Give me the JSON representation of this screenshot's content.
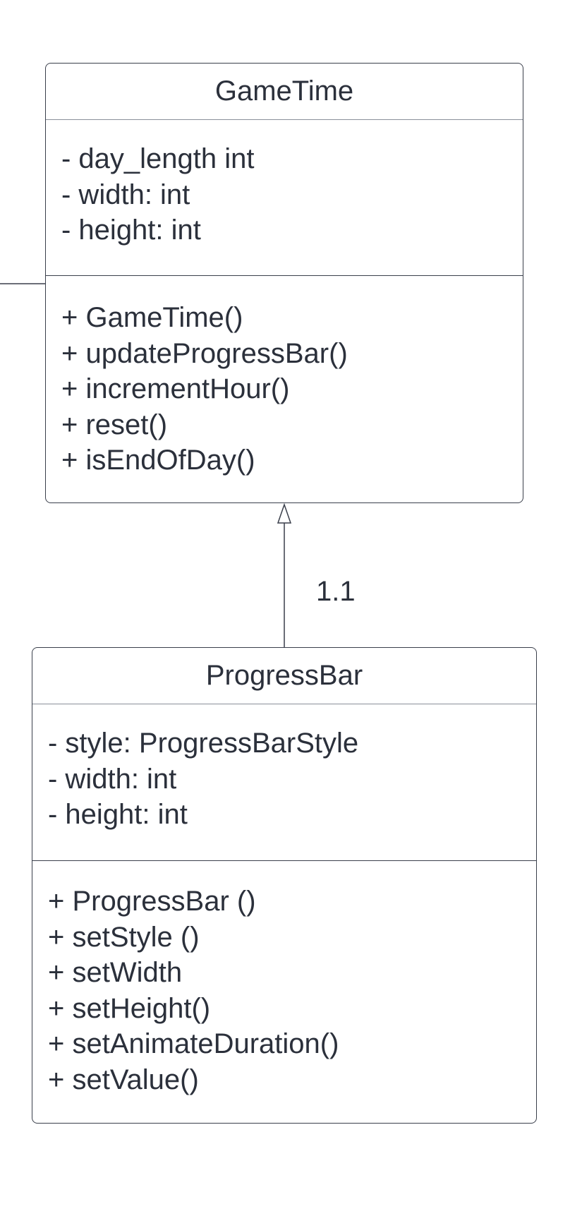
{
  "classes": {
    "gametime": {
      "name": "GameTime",
      "attributes": [
        "- day_length int",
        "- width: int",
        "- height: int"
      ],
      "methods": [
        "+ GameTime()",
        "+ updateProgressBar()",
        "+ incrementHour()",
        "+ reset()",
        "+ isEndOfDay()"
      ]
    },
    "progressbar": {
      "name": "ProgressBar",
      "attributes": [
        "- style: ProgressBarStyle",
        "- width: int",
        "- height: int"
      ],
      "methods": [
        "+ ProgressBar ()",
        "+ setStyle ()",
        "+ setWidth",
        "+ setHeight()",
        "+ setAnimateDuration()",
        "+ setValue()"
      ]
    }
  },
  "relationship": {
    "type": "generalization",
    "from": "ProgressBar",
    "to": "GameTime",
    "multiplicity": "1.1"
  },
  "colors": {
    "stroke": "#3a3f4b",
    "divider": "#8a8f99",
    "text": "#2b303b",
    "background": "#ffffff"
  }
}
